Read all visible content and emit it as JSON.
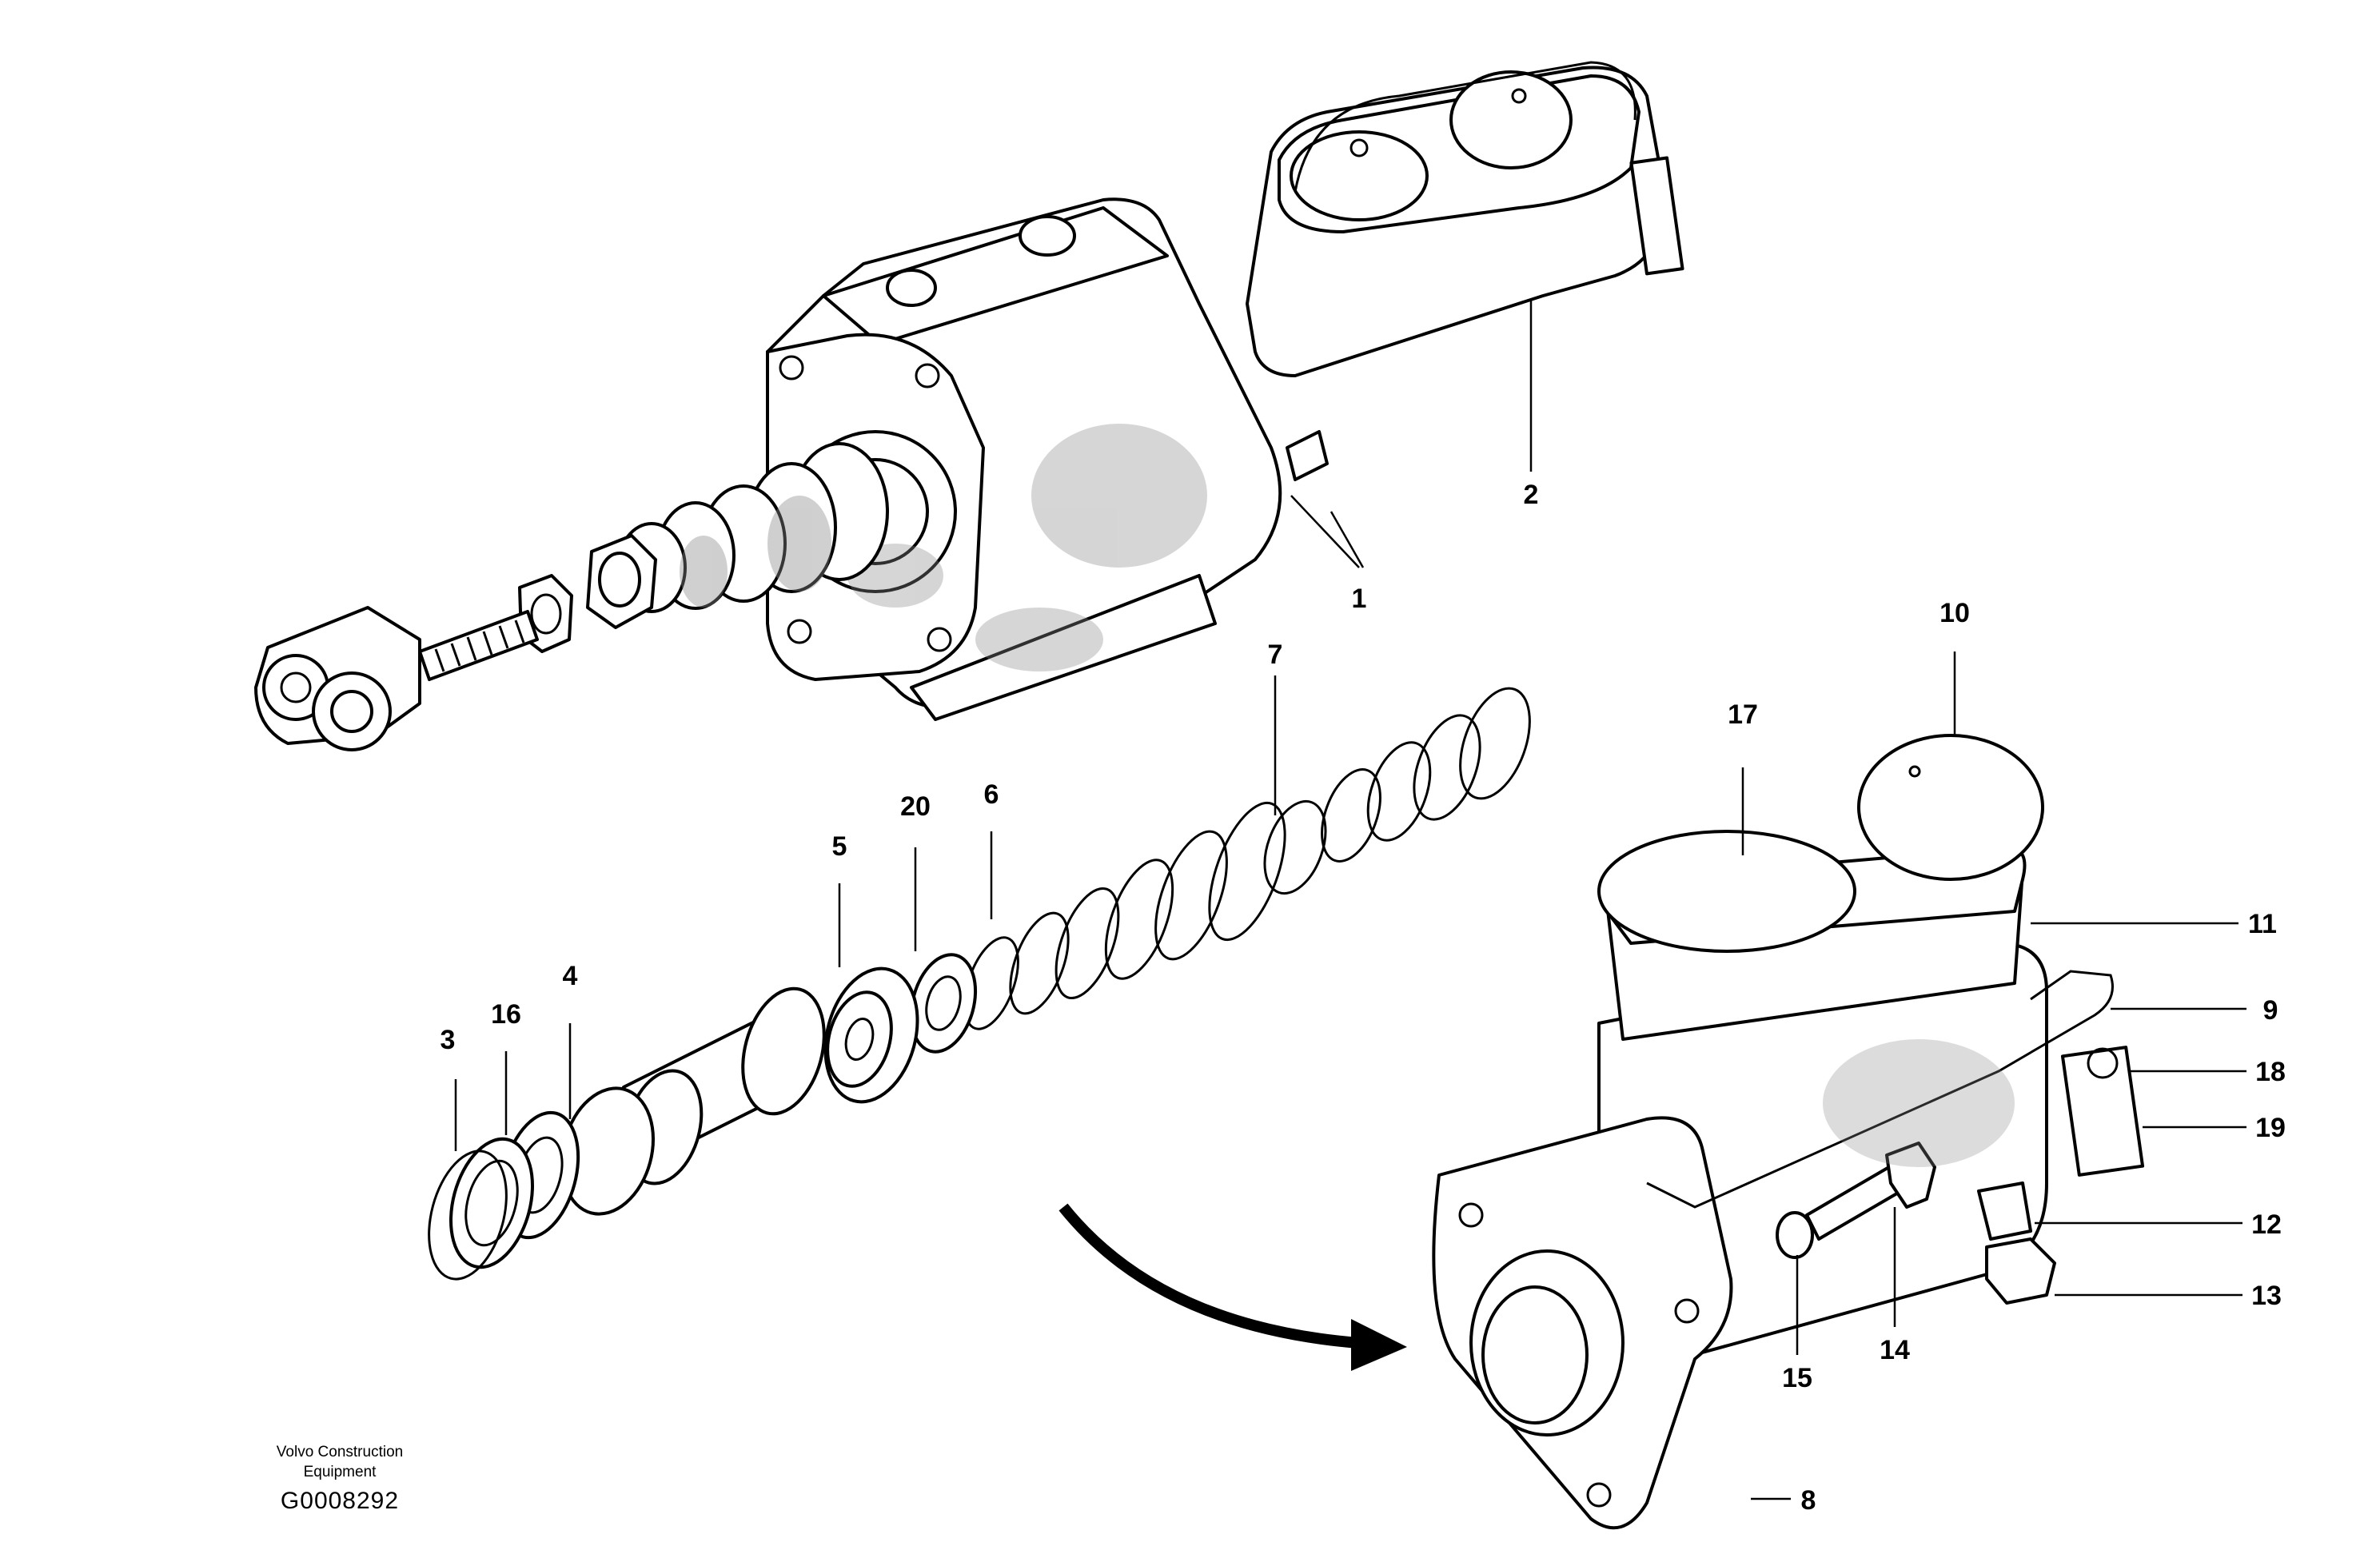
{
  "diagram": {
    "callouts": [
      {
        "id": "1",
        "label": "1"
      },
      {
        "id": "2",
        "label": "2"
      },
      {
        "id": "3",
        "label": "3"
      },
      {
        "id": "4",
        "label": "4"
      },
      {
        "id": "5",
        "label": "5"
      },
      {
        "id": "6",
        "label": "6"
      },
      {
        "id": "7",
        "label": "7"
      },
      {
        "id": "8",
        "label": "8"
      },
      {
        "id": "9",
        "label": "9"
      },
      {
        "id": "10",
        "label": "10"
      },
      {
        "id": "11",
        "label": "11"
      },
      {
        "id": "12",
        "label": "12"
      },
      {
        "id": "13",
        "label": "13"
      },
      {
        "id": "14",
        "label": "14"
      },
      {
        "id": "15",
        "label": "15"
      },
      {
        "id": "16",
        "label": "16"
      },
      {
        "id": "17",
        "label": "17"
      },
      {
        "id": "18",
        "label": "18"
      },
      {
        "id": "19",
        "label": "19"
      },
      {
        "id": "20",
        "label": "20"
      }
    ]
  },
  "footer": {
    "company_line1": "Volvo Construction",
    "company_line2": "Equipment",
    "drawing_code": "G0008292"
  }
}
